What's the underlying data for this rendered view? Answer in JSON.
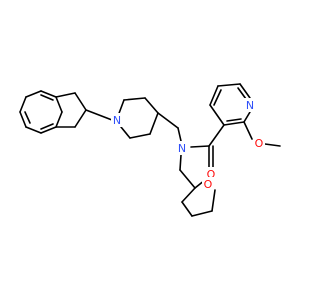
{
  "molecule": {
    "atoms": {
      "n_pyridine": "N",
      "n_amide": "N",
      "n_piperidine": "N",
      "o_carbonyl": "O",
      "o_methoxy": "O",
      "o_oxolane": "O"
    },
    "colors": {
      "nitrogen": "#3050F8",
      "oxygen": "#FF0D0D",
      "bond": "#000000"
    }
  }
}
